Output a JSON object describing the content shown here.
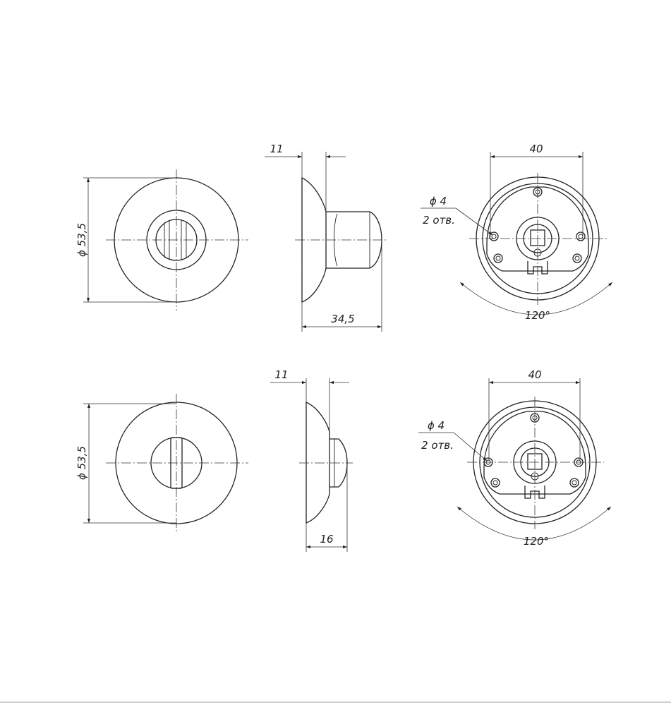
{
  "dimensions": {
    "diameter_top": "ϕ 53,5",
    "diameter_bottom": "ϕ 53,5",
    "depth_top": "11",
    "length_top": "34,5",
    "depth_bottom": "11",
    "length_bottom": "16",
    "width_top": "40",
    "width_bottom": "40",
    "hole_top_dia": "ϕ 4",
    "hole_top_count": "2 отв.",
    "hole_bottom_dia": "ϕ 4",
    "hole_bottom_count": "2 отв.",
    "angle_top": "120°",
    "angle_bottom": "120°"
  }
}
